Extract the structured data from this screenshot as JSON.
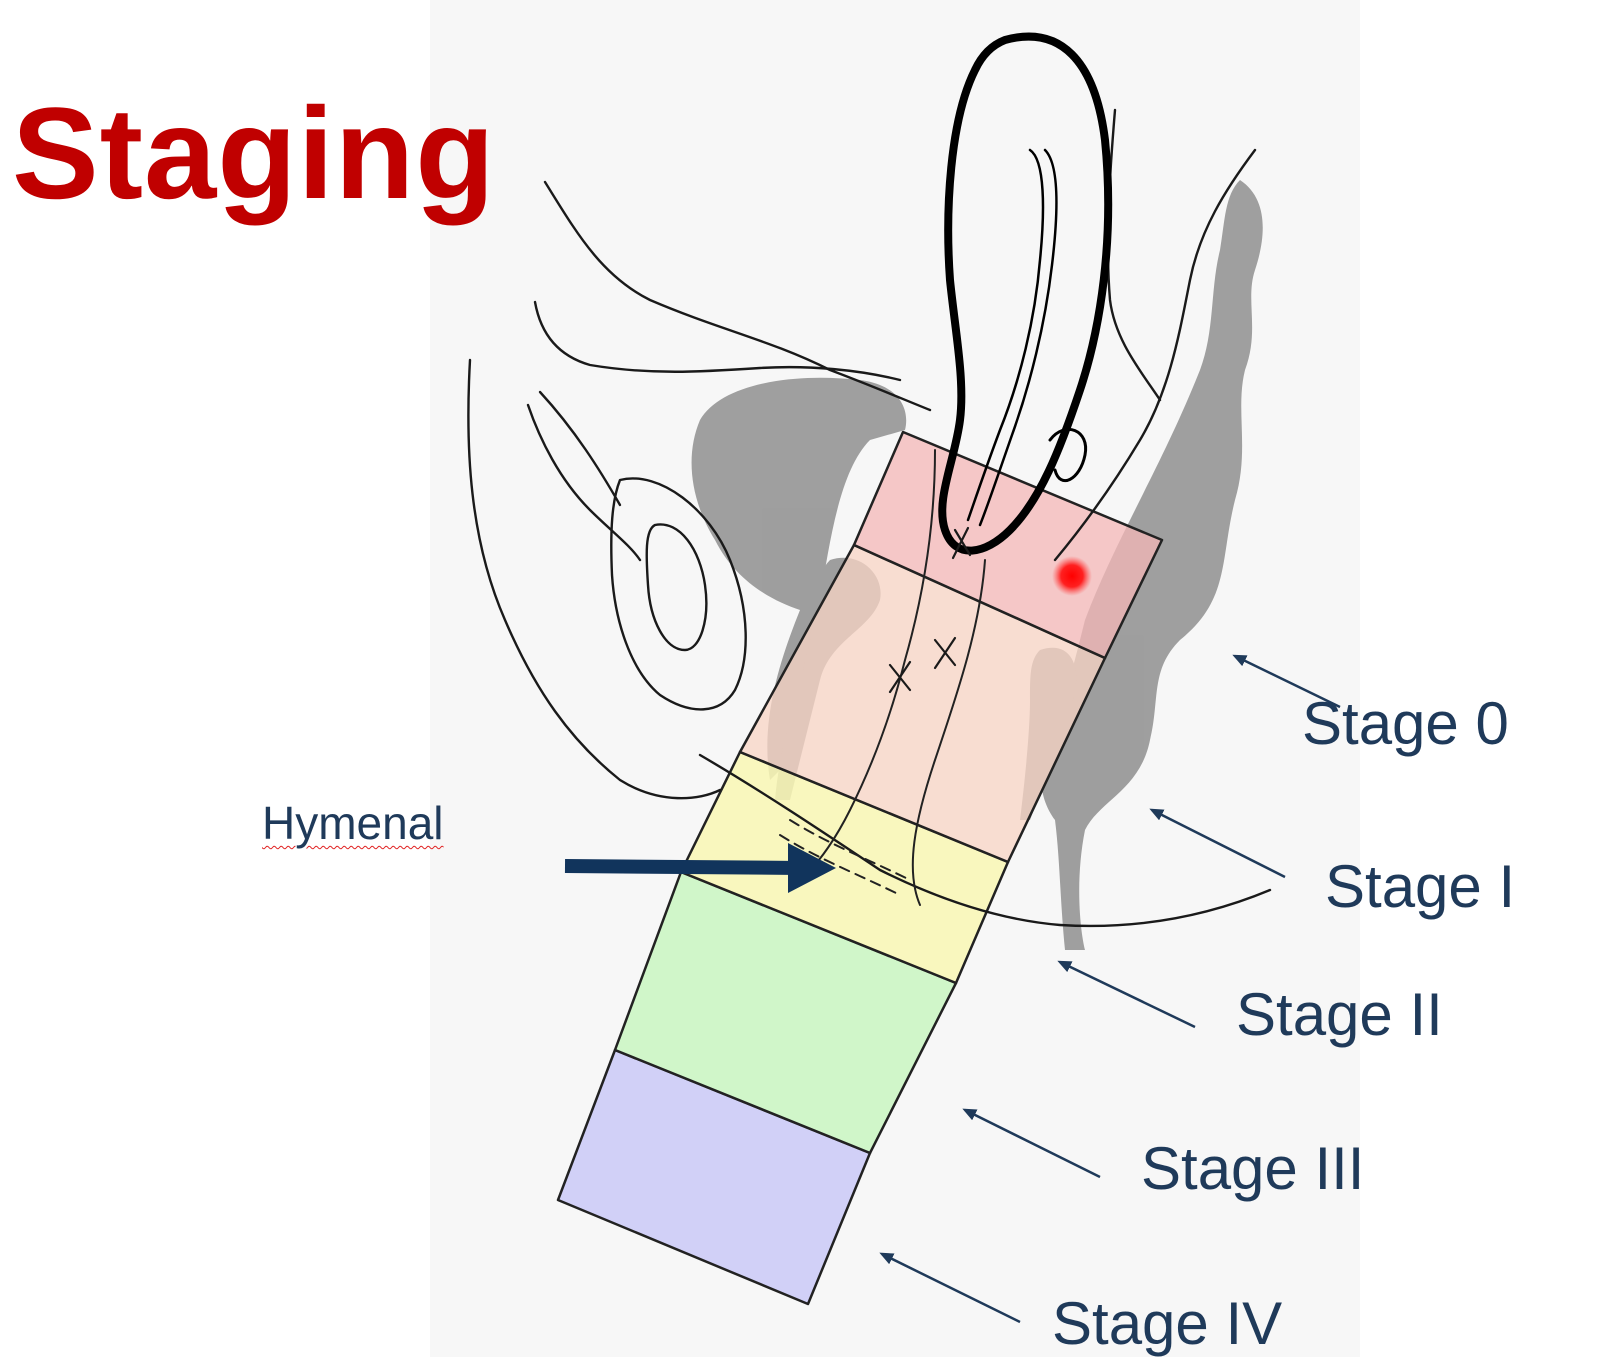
{
  "title": "Staging",
  "hymenal_label": "Hymenal",
  "stages": [
    {
      "label": "Stage 0",
      "color": "#f4b7b7"
    },
    {
      "label": "Stage I",
      "color": "#f8d4c4"
    },
    {
      "label": "Stage II",
      "color": "#f9f7b4"
    },
    {
      "label": "Stage III",
      "color": "#cdf5c6"
    },
    {
      "label": "Stage IV",
      "color": "#cfcdf7"
    }
  ],
  "colors": {
    "title": "#c00000",
    "labels": "#1f3a5a",
    "arrow": "#11345c",
    "tissue_shading": "#8c8c8c",
    "lesion_dot": "#ff1a1a"
  }
}
